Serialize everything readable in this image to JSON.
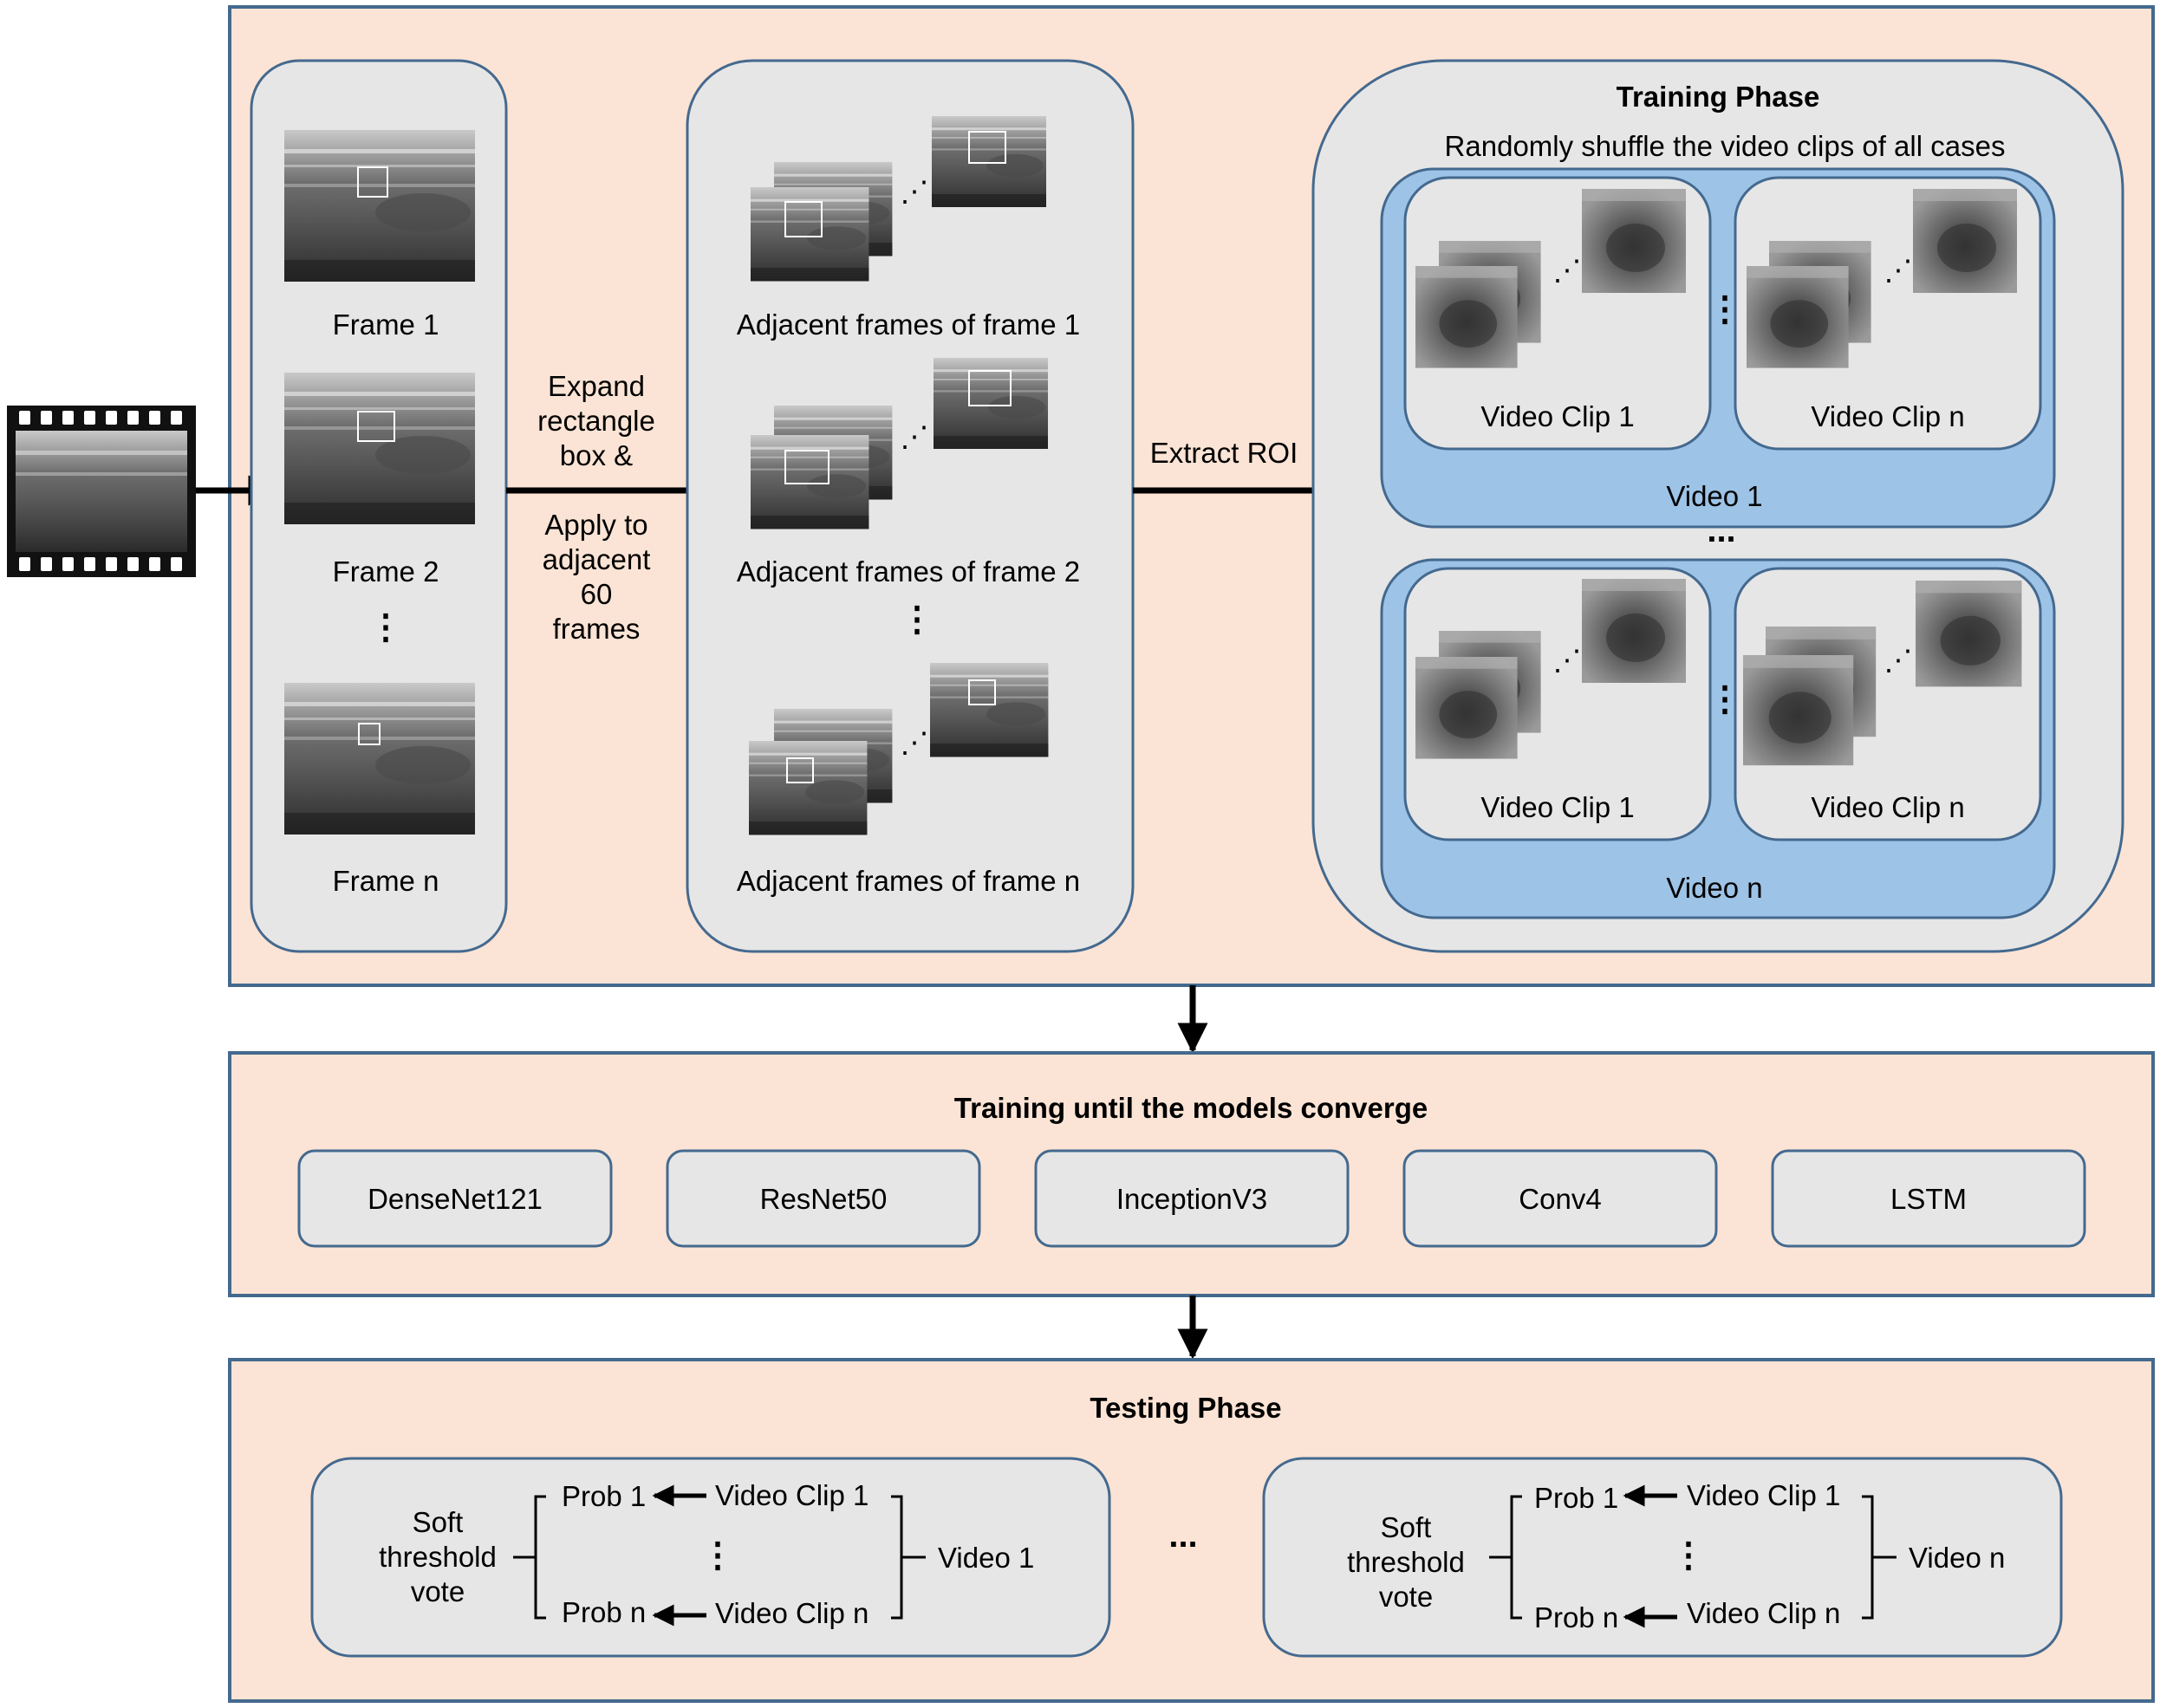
{
  "film_strip": {
    "icon": "film-strip-icon"
  },
  "stage1": {
    "frames": [
      "Frame 1",
      "Frame 2",
      "Frame n"
    ],
    "ellipsis": "⋮"
  },
  "arrow1": {
    "line1": "Expand",
    "line2": "rectangle",
    "line3": "box &",
    "line4": "Apply to",
    "line5": "adjacent",
    "line6": "60",
    "line7": "frames"
  },
  "stage2": {
    "groups": [
      "Adjacent frames of frame 1",
      "Adjacent frames of frame 2",
      "Adjacent frames of frame n"
    ],
    "ellipsis": "⋮"
  },
  "arrow2": {
    "label": "Extract ROI"
  },
  "training_phase": {
    "title": "Training Phase",
    "subtitle": "Randomly shuffle the video clips of all cases",
    "videos": [
      {
        "label": "Video 1",
        "clips": [
          "Video Clip 1",
          "Video Clip n"
        ]
      },
      {
        "label": "Video n",
        "clips": [
          "Video Clip 1",
          "Video Clip n"
        ]
      }
    ],
    "between_videos": "..."
  },
  "training_models": {
    "title": "Training until the models converge",
    "models": [
      "DenseNet121",
      "ResNet50",
      "InceptionV3",
      "Conv4",
      "LSTM"
    ]
  },
  "testing_phase": {
    "title": "Testing Phase",
    "between": "...",
    "groups": [
      {
        "vote1": "Soft",
        "vote2": "threshold",
        "vote3": "vote",
        "prob_top": "Prob 1",
        "prob_bottom": "Prob n",
        "clip_top": "Video Clip 1",
        "clip_bottom": "Video Clip n",
        "ellipsis": "⋮",
        "video": "Video 1"
      },
      {
        "vote1": "Soft",
        "vote2": "threshold",
        "vote3": "vote",
        "prob_top": "Prob 1",
        "prob_bottom": "Prob n",
        "clip_top": "Video Clip 1",
        "clip_bottom": "Video Clip n",
        "ellipsis": "⋮",
        "video": "Video n"
      }
    ]
  },
  "colors": {
    "panel_fill": "#fbe4d5",
    "panel_stroke": "#44698f",
    "box_fill": "#e7e6e6",
    "video_fill": "#9dc3e6",
    "arrow": "#000000"
  }
}
